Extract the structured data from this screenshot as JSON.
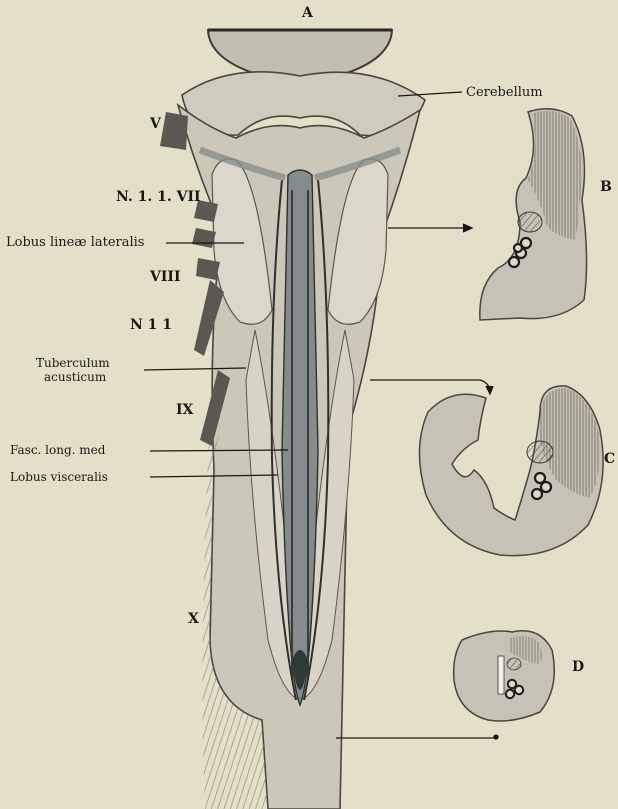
{
  "figure": {
    "main_label": "A",
    "section_labels": {
      "b": "B",
      "c": "C",
      "d": "D"
    },
    "nerve_labels": {
      "v": "V",
      "n_l_l_vii": "N. 1. 1. VII",
      "viii": "VIII",
      "n_l_l": "N 1 1",
      "ix": "IX",
      "x": "X"
    },
    "structure_labels": {
      "cerebellum": "Cerebellum",
      "lobus_lineae_lateralis": "Lobus lineæ lateralis",
      "tuberculum_acusticum_line1": "Tuberculum",
      "tuberculum_acusticum_line2": "acusticum",
      "fasc_long_med": "Fasc. long. med",
      "lobus_visceralis": "Lobus visceralis"
    }
  }
}
